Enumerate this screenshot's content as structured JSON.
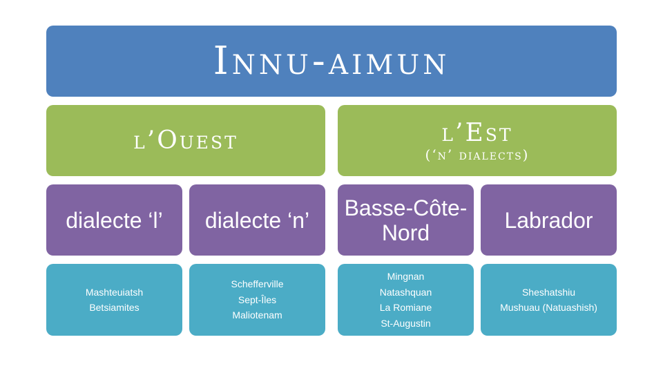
{
  "title": "Innu-aimun",
  "regions": {
    "west": {
      "name": "l’Ouest"
    },
    "east": {
      "name": "l’Est",
      "sub": "(‘n’ dialects)"
    }
  },
  "dialects": [
    {
      "name": "dialecte ‘l’"
    },
    {
      "name": "dialecte ‘n’"
    },
    {
      "name": "Basse-Côte-Nord"
    },
    {
      "name": "Labrador"
    }
  ],
  "places": [
    [
      "Mashteuiatsh",
      "Betsiamites"
    ],
    [
      "Schefferville",
      "Sept-Îles",
      "Maliotenam"
    ],
    [
      "Mingnan",
      "Natashquan",
      "La Romiane",
      "St-Augustin"
    ],
    [
      "Sheshatshiu",
      "Mushuau (Natuashish)"
    ]
  ],
  "colors": {
    "title": "#4f81bd",
    "region": "#9bbb59",
    "dialect": "#8064a2",
    "places": "#4bacc6"
  }
}
